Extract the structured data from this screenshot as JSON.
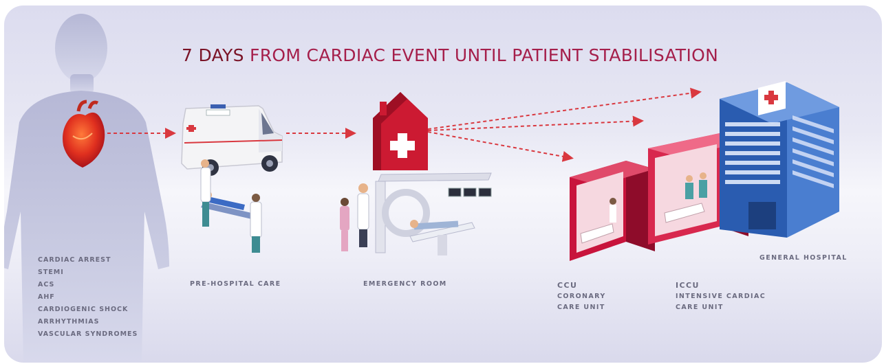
{
  "title": {
    "highlight": "7 DAYS",
    "rest": " FROM CARDIAC EVENT UNTIL PATIENT STABILISATION"
  },
  "conditions": [
    "CARDIAC ARREST",
    "STEMI",
    "ACS",
    "AHF",
    "CARDIOGENIC SHOCK",
    "ARRHYTHMIAS",
    "VASCULAR SYNDROMES"
  ],
  "stages": {
    "pre_hospital": "PRE-HOSPITAL CARE",
    "emergency_room": "EMERGENCY ROOM",
    "ccu": {
      "abbr": "CCU",
      "line1": "CORONARY",
      "line2": "CARE UNIT"
    },
    "iccu": {
      "abbr": "ICCU",
      "line1": "INTENSIVE CARDIAC",
      "line2": "CARE UNIT"
    },
    "general_hospital": "GENERAL HOSPITAL"
  },
  "colors": {
    "title_dark": "#7a1327",
    "title_accent": "#a51f4b",
    "arrow": "#d9383f",
    "unit_red": "#c8143c",
    "hospital_blue": "#1f4fa0"
  },
  "icons": {
    "heart": "anatomical-heart-icon",
    "ambulance": "ambulance-icon",
    "er_building": "emergency-house-icon",
    "hospital": "hospital-building-icon"
  }
}
